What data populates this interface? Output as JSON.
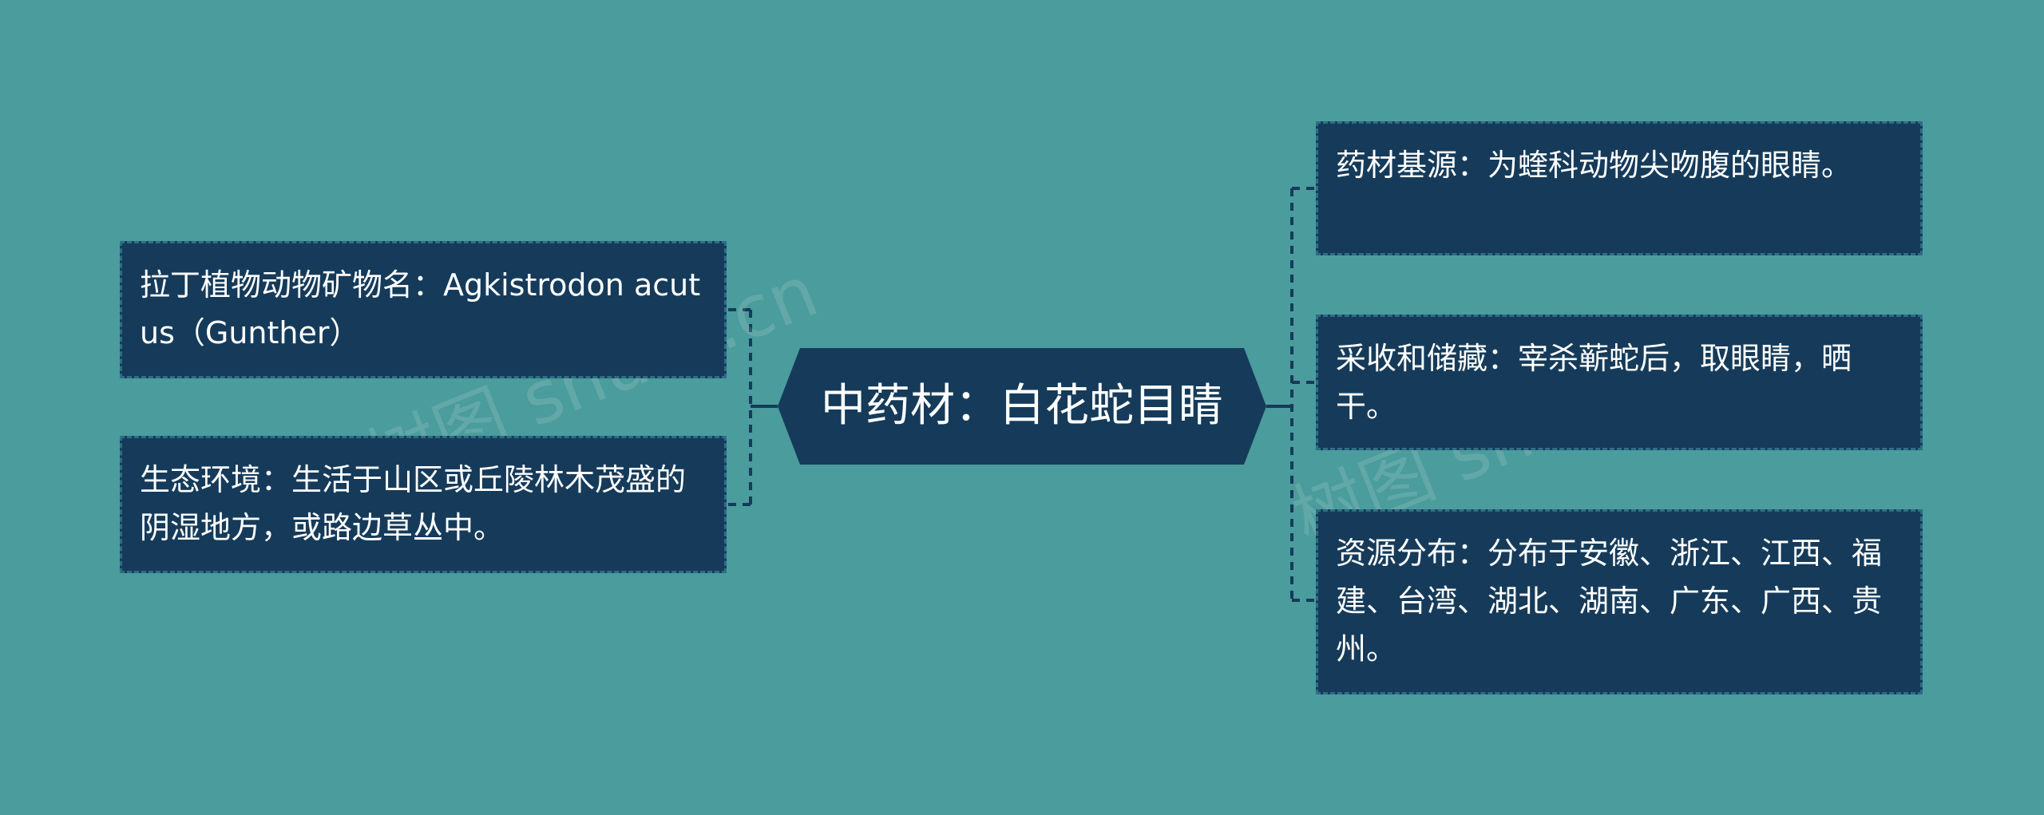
{
  "center": {
    "label": "中药材：白花蛇目睛"
  },
  "left_nodes": [
    {
      "text": "拉丁植物动物矿物名：Agkistrodon acutus（Gunther）"
    },
    {
      "text": "生态环境：生活于山区或丘陵林木茂盛的阴湿地方，或路边草丛中。"
    }
  ],
  "right_nodes": [
    {
      "text": "药材基源：为蝰科动物尖吻腹的眼睛。"
    },
    {
      "text": "采收和储藏：宰杀蕲蛇后，取眼睛，晒干。"
    },
    {
      "text": "资源分布：分布于安徽、浙江、江西、福建、台湾、湖北、湖南、广东、广西、贵州。"
    }
  ],
  "watermark": {
    "left": "树图 shutu.cn",
    "right": "树图 shutu.cn"
  },
  "colors": {
    "background": "#4b9c9c",
    "node_fill": "#163b5a",
    "node_border": "#2d6e86",
    "connector": "#163b5a",
    "text": "#ffffff"
  }
}
